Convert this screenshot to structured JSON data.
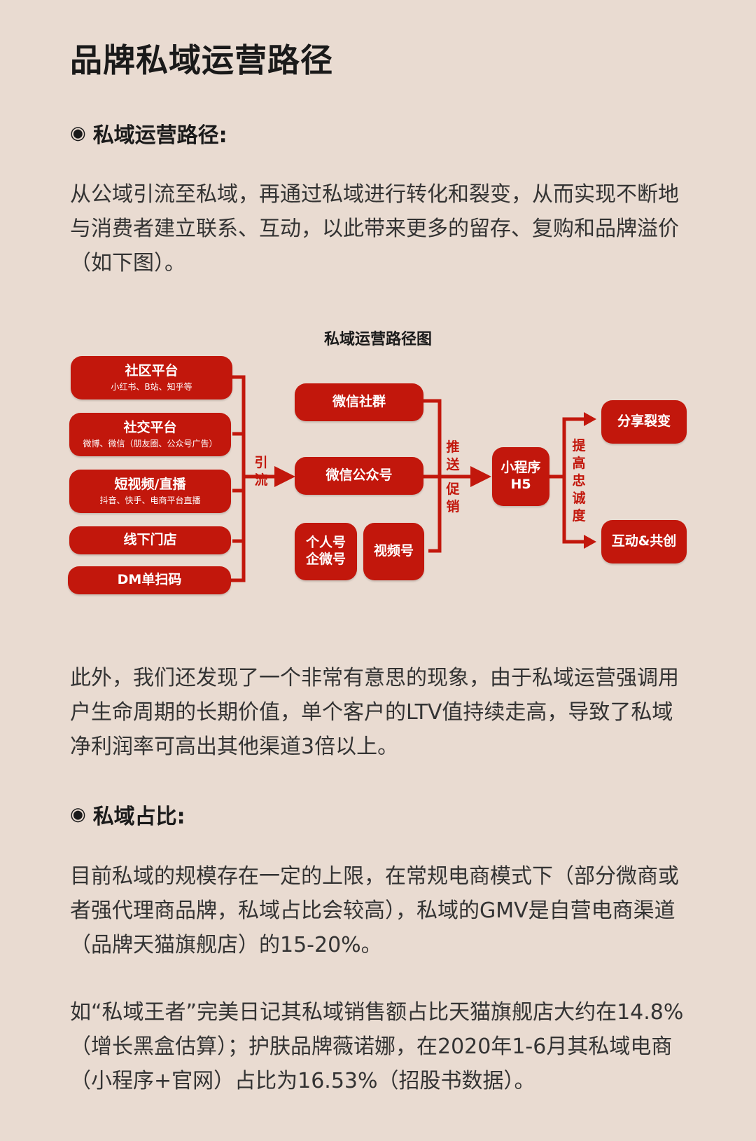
{
  "title": "品牌私域运营路径",
  "sections": {
    "path": {
      "heading": "私域运营路径:",
      "paragraph": "从公域引流至私域，再通过私域进行转化和裂变，从而实现不断地与消费者建立联系、互动，以此带来更多的留存、复购和品牌溢价（如下图）。"
    },
    "middle_paragraph": "此外，我们还发现了一个非常有意思的现象，由于私域运营强调用户生命周期的长期价值，单个客户的LTV值持续走高，导致了私域净利润率可高出其他渠道3倍以上。",
    "share": {
      "heading": "私域占比:",
      "paragraph1": "目前私域的规模存在一定的上限，在常规电商模式下（部分微商或者强代理商品牌，私域占比会较高），私域的GMV是自营电商渠道（品牌天猫旗舰店）的15-20%。",
      "paragraph2": "如“私域王者”完美日记其私域销售额占比天猫旗舰店大约在14.8%（增长黑盒估算）；护肤品牌薇诺娜，在2020年1-6月其私域电商（小程序+官网）占比为16.53%（招股书数据）。"
    }
  },
  "diagram": {
    "title": "私域运营路径图",
    "sources": [
      {
        "label": "社区平台",
        "sub": "小红书、B站、知乎等"
      },
      {
        "label": "社交平台",
        "sub": "微博、微信（朋友圈、公众号广告）"
      },
      {
        "label": "短视频/直播",
        "sub": "抖音、快手、电商平台直播"
      },
      {
        "label": "线下门店",
        "sub": ""
      },
      {
        "label": "DM单扫码",
        "sub": ""
      }
    ],
    "channels": {
      "wechat_group": "微信社群",
      "official_account": "微信公众号",
      "personal_line1": "个人号",
      "personal_line2": "企微号",
      "channels_video": "视频号"
    },
    "miniprogram_line1": "小程序",
    "miniprogram_line2": "H5",
    "outcomes": {
      "share": "分享裂变",
      "interact": "互动&共创"
    },
    "edge_labels": {
      "divert": "引流",
      "push": "推送",
      "promo": "促销",
      "loyalty": "提高忠诚度"
    },
    "accent_color": "#c2170c"
  }
}
